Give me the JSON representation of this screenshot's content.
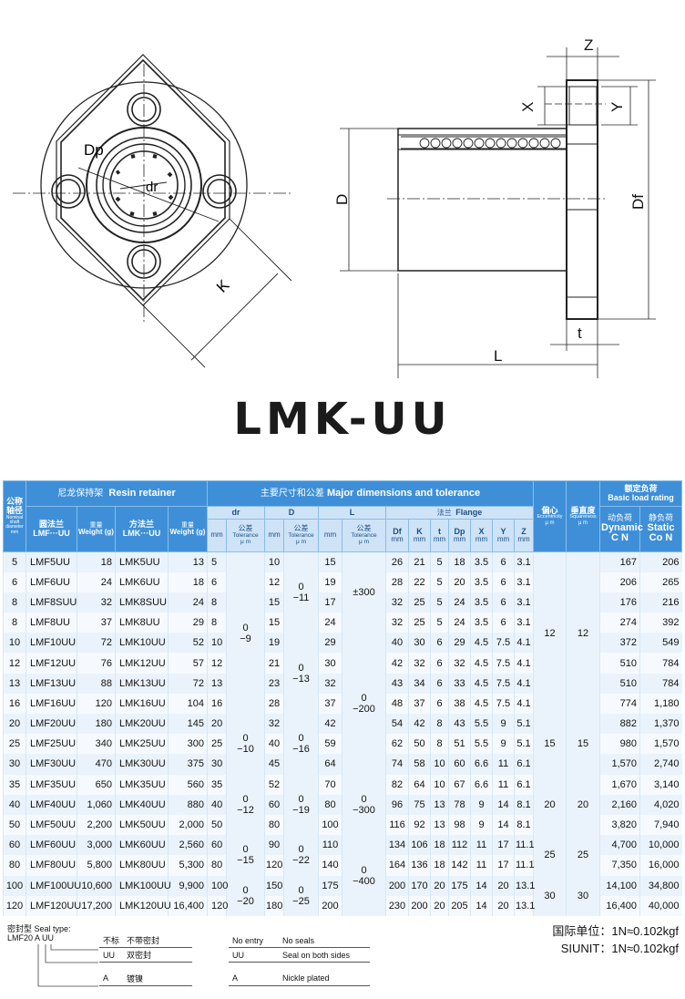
{
  "drawing": {
    "front_labels": [
      "Dp",
      "dr",
      "K"
    ],
    "side_labels": [
      "Z",
      "X",
      "Y",
      "D",
      "Df",
      "t",
      "L"
    ]
  },
  "title": "LMK-UU",
  "table": {
    "header": {
      "nominal_cn": "公称轴径",
      "nominal_en": "Nominal shaft diameter mm",
      "resin_cn": "尼龙保持架",
      "resin_en": "Resin retainer",
      "round_cn": "圆法兰",
      "round_en": "LMF···UU",
      "weight1_cn": "重量",
      "weight1_en": "Weight (g)",
      "square_cn": "方法兰",
      "square_en": "LMK···UU",
      "weight2_cn": "重量",
      "weight2_en": "Weight (g)",
      "major_cn": "主要尺寸和公差",
      "major_en": "Major dimensions and tolerance",
      "dr": "dr",
      "D": "D",
      "L": "L",
      "flange_cn": "法兰",
      "flange_en": "Flange",
      "mm": "mm",
      "tol_cn": "公差",
      "tol_en": "Tolerance",
      "tol_um": "μ m",
      "Df": "Df",
      "K": "K",
      "t": "t",
      "Dp": "Dp",
      "X": "X",
      "Y": "Y",
      "Z": "Z",
      "ecc_cn": "偏心",
      "ecc_en": "Eccentricity",
      "sq_cn": "垂直度",
      "sq_en": "Squareness",
      "um": "μ m",
      "load_cn": "额定负荷",
      "load_en": "Basic load rating",
      "dyn_cn": "动负荷",
      "dyn_en": "Dynamic",
      "dyn_unit": "C N",
      "sta_cn": "静负荷",
      "sta_en": "Static",
      "sta_unit": "Co N"
    },
    "rows": [
      {
        "d": "5",
        "lmf": "LMF5UU",
        "w1": "18",
        "lmk": "LMK5UU",
        "w2": "13",
        "dr": "5",
        "D": "10",
        "L": "15",
        "Df": "26",
        "K": "21",
        "t": "5",
        "Dp": "18",
        "X": "3.5",
        "Y": "6",
        "Z": "3.1",
        "dyn": "167",
        "sta": "206"
      },
      {
        "d": "6",
        "lmf": "LMF6UU",
        "w1": "24",
        "lmk": "LMK6UU",
        "w2": "18",
        "dr": "6",
        "D": "12",
        "L": "19",
        "Df": "28",
        "K": "22",
        "t": "5",
        "Dp": "20",
        "X": "3.5",
        "Y": "6",
        "Z": "3.1",
        "dyn": "206",
        "sta": "265"
      },
      {
        "d": "8",
        "lmf": "LMF8SUU",
        "w1": "32",
        "lmk": "LMK8SUU",
        "w2": "24",
        "dr": "8",
        "D": "15",
        "L": "17",
        "Df": "32",
        "K": "25",
        "t": "5",
        "Dp": "24",
        "X": "3.5",
        "Y": "6",
        "Z": "3.1",
        "dyn": "176",
        "sta": "216"
      },
      {
        "d": "8",
        "lmf": "LMF8UU",
        "w1": "37",
        "lmk": "LMK8UU",
        "w2": "29",
        "dr": "8",
        "D": "15",
        "L": "24",
        "Df": "32",
        "K": "25",
        "t": "5",
        "Dp": "24",
        "X": "3.5",
        "Y": "6",
        "Z": "3.1",
        "dyn": "274",
        "sta": "392"
      },
      {
        "d": "10",
        "lmf": "LMF10UU",
        "w1": "72",
        "lmk": "LMK10UU",
        "w2": "52",
        "dr": "10",
        "D": "19",
        "L": "29",
        "Df": "40",
        "K": "30",
        "t": "6",
        "Dp": "29",
        "X": "4.5",
        "Y": "7.5",
        "Z": "4.1",
        "dyn": "372",
        "sta": "549"
      },
      {
        "d": "12",
        "lmf": "LMF12UU",
        "w1": "76",
        "lmk": "LMK12UU",
        "w2": "57",
        "dr": "12",
        "D": "21",
        "L": "30",
        "Df": "42",
        "K": "32",
        "t": "6",
        "Dp": "32",
        "X": "4.5",
        "Y": "7.5",
        "Z": "4.1",
        "dyn": "510",
        "sta": "784"
      },
      {
        "d": "13",
        "lmf": "LMF13UU",
        "w1": "88",
        "lmk": "LMK13UU",
        "w2": "72",
        "dr": "13",
        "D": "23",
        "L": "32",
        "Df": "43",
        "K": "34",
        "t": "6",
        "Dp": "33",
        "X": "4.5",
        "Y": "7.5",
        "Z": "4.1",
        "dyn": "510",
        "sta": "784"
      },
      {
        "d": "16",
        "lmf": "LMF16UU",
        "w1": "120",
        "lmk": "LMK16UU",
        "w2": "104",
        "dr": "16",
        "D": "28",
        "L": "37",
        "Df": "48",
        "K": "37",
        "t": "6",
        "Dp": "38",
        "X": "4.5",
        "Y": "7.5",
        "Z": "4.1",
        "dyn": "774",
        "sta": "1,180"
      },
      {
        "d": "20",
        "lmf": "LMF20UU",
        "w1": "180",
        "lmk": "LMK20UU",
        "w2": "145",
        "dr": "20",
        "D": "32",
        "L": "42",
        "Df": "54",
        "K": "42",
        "t": "8",
        "Dp": "43",
        "X": "5.5",
        "Y": "9",
        "Z": "5.1",
        "dyn": "882",
        "sta": "1,370"
      },
      {
        "d": "25",
        "lmf": "LMF25UU",
        "w1": "340",
        "lmk": "LMK25UU",
        "w2": "300",
        "dr": "25",
        "D": "40",
        "L": "59",
        "Df": "62",
        "K": "50",
        "t": "8",
        "Dp": "51",
        "X": "5.5",
        "Y": "9",
        "Z": "5.1",
        "dyn": "980",
        "sta": "1,570"
      },
      {
        "d": "30",
        "lmf": "LMF30UU",
        "w1": "470",
        "lmk": "LMK30UU",
        "w2": "375",
        "dr": "30",
        "D": "45",
        "L": "64",
        "Df": "74",
        "K": "58",
        "t": "10",
        "Dp": "60",
        "X": "6.6",
        "Y": "11",
        "Z": "6.1",
        "dyn": "1,570",
        "sta": "2,740"
      },
      {
        "d": "35",
        "lmf": "LMF35UU",
        "w1": "650",
        "lmk": "LMK35UU",
        "w2": "560",
        "dr": "35",
        "D": "52",
        "L": "70",
        "Df": "82",
        "K": "64",
        "t": "10",
        "Dp": "67",
        "X": "6.6",
        "Y": "11",
        "Z": "6.1",
        "dyn": "1,670",
        "sta": "3,140"
      },
      {
        "d": "40",
        "lmf": "LMF40UU",
        "w1": "1,060",
        "lmk": "LMK40UU",
        "w2": "880",
        "dr": "40",
        "D": "60",
        "L": "80",
        "Df": "96",
        "K": "75",
        "t": "13",
        "Dp": "78",
        "X": "9",
        "Y": "14",
        "Z": "8.1",
        "dyn": "2,160",
        "sta": "4,020"
      },
      {
        "d": "50",
        "lmf": "LMF50UU",
        "w1": "2,200",
        "lmk": "LMK50UU",
        "w2": "2,000",
        "dr": "50",
        "D": "80",
        "L": "100",
        "Df": "116",
        "K": "92",
        "t": "13",
        "Dp": "98",
        "X": "9",
        "Y": "14",
        "Z": "8.1",
        "dyn": "3,820",
        "sta": "7,940"
      },
      {
        "d": "60",
        "lmf": "LMF60UU",
        "w1": "3,000",
        "lmk": "LMK60UU",
        "w2": "2,560",
        "dr": "60",
        "D": "90",
        "L": "110",
        "Df": "134",
        "K": "106",
        "t": "18",
        "Dp": "112",
        "X": "11",
        "Y": "17",
        "Z": "11.1",
        "dyn": "4,700",
        "sta": "10,000"
      },
      {
        "d": "80",
        "lmf": "LMF80UU",
        "w1": "5,800",
        "lmk": "LMK80UU",
        "w2": "5,300",
        "dr": "80",
        "D": "120",
        "L": "140",
        "Df": "164",
        "K": "136",
        "t": "18",
        "Dp": "142",
        "X": "11",
        "Y": "17",
        "Z": "11.1",
        "dyn": "7,350",
        "sta": "16,000"
      },
      {
        "d": "100",
        "lmf": "LMF100UU",
        "w1": "10,600",
        "lmk": "LMK100UU",
        "w2": "9,900",
        "dr": "100",
        "D": "150",
        "L": "175",
        "Df": "200",
        "K": "170",
        "t": "20",
        "Dp": "175",
        "X": "14",
        "Y": "20",
        "Z": "13.1",
        "dyn": "14,100",
        "sta": "34,800"
      },
      {
        "d": "120",
        "lmf": "LMF120UU",
        "w1": "17,200",
        "lmk": "LMK120UU",
        "w2": "16,400",
        "dr": "120",
        "D": "180",
        "L": "200",
        "Df": "230",
        "K": "200",
        "t": "20",
        "Dp": "205",
        "X": "14",
        "Y": "20",
        "Z": "13.1",
        "dyn": "16,400",
        "sta": "40,000"
      }
    ],
    "groups": {
      "dr_tol": [
        {
          "start": 0,
          "span": 8,
          "a": "0",
          "b": "−9"
        },
        {
          "start": 8,
          "span": 3,
          "a": "0",
          "b": "−10"
        },
        {
          "start": 11,
          "span": 3,
          "a": "0",
          "b": "−12"
        },
        {
          "start": 14,
          "span": 2,
          "a": "0",
          "b": "−15"
        },
        {
          "start": 16,
          "span": 2,
          "a": "0",
          "b": "−20"
        }
      ],
      "D_tol": [
        {
          "start": 0,
          "span": 4,
          "a": "0",
          "b": "−11"
        },
        {
          "start": 4,
          "span": 4,
          "a": "0",
          "b": "−13"
        },
        {
          "start": 8,
          "span": 3,
          "a": "0",
          "b": "−16"
        },
        {
          "start": 11,
          "span": 3,
          "a": "0",
          "b": "−19"
        },
        {
          "start": 14,
          "span": 2,
          "a": "0",
          "b": "−22"
        },
        {
          "start": 16,
          "span": 2,
          "a": "0",
          "b": "−25"
        }
      ],
      "L_tol": [
        {
          "start": 0,
          "span": 4,
          "a": "±300",
          "b": ""
        },
        {
          "start": 4,
          "span": 7,
          "a": "0",
          "b": "−200"
        },
        {
          "start": 11,
          "span": 3,
          "a": "0",
          "b": "−300"
        },
        {
          "start": 14,
          "span": 4,
          "a": "0",
          "b": "−400"
        }
      ],
      "ecc": [
        {
          "start": 0,
          "span": 8,
          "v": "12"
        },
        {
          "start": 8,
          "span": 3,
          "v": "15"
        },
        {
          "start": 11,
          "span": 3,
          "v": "20"
        },
        {
          "start": 14,
          "span": 2,
          "v": "25"
        },
        {
          "start": 16,
          "span": 2,
          "v": "30"
        }
      ],
      "sq": [
        {
          "start": 0,
          "span": 8,
          "v": "12"
        },
        {
          "start": 8,
          "span": 3,
          "v": "15"
        },
        {
          "start": 11,
          "span": 3,
          "v": "20"
        },
        {
          "start": 14,
          "span": 2,
          "v": "25"
        },
        {
          "start": 16,
          "span": 2,
          "v": "30"
        }
      ]
    }
  },
  "footer": {
    "seal_title": "密封型 Seal type:",
    "seal_code": "LMF20 A UU",
    "seal_rows": [
      {
        "c1": "不标",
        "c2": "不带密封",
        "c3": "No entry",
        "c4": "No seals"
      },
      {
        "c1": "UU",
        "c2": "双密封",
        "c3": "UU",
        "c4": "Seal on both sides"
      },
      {
        "c1": "A",
        "c2": "镀镍",
        "c3": "A",
        "c4": "Nickle plated"
      }
    ],
    "unit1": "国际单位：1N≈0.102kgf",
    "unit2": "SIUNIT：1N≈0.102kgf"
  }
}
